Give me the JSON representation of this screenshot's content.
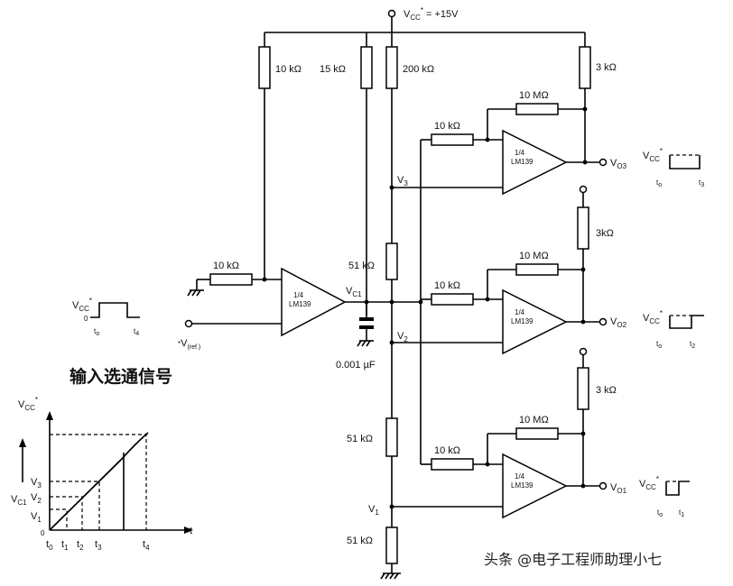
{
  "supply": {
    "label": "V",
    "sub": "CC",
    "sup": "*",
    "value": "= +15V"
  },
  "resistors": {
    "r_in_pull": "10 kΩ",
    "r_15k": "15 kΩ",
    "r_200k": "200 kΩ",
    "r_pull_c3": "3 kΩ",
    "r_pull_c2": "3kΩ",
    "r_pull_c1": "3 kΩ",
    "r_fb_c3": "10 MΩ",
    "r_fb_c2": "10 MΩ",
    "r_fb_c1": "10 MΩ",
    "r_in_c3": "10 kΩ",
    "r_in_c2": "10 kΩ",
    "r_in_c1": "10 kΩ",
    "r_gnd_in": "10 kΩ",
    "r_div_top": "51 kΩ",
    "r_div_mid": "51 kΩ",
    "r_div_bot": "51 kΩ"
  },
  "capacitor": "0.001 µF",
  "opamps": {
    "fraction": "1/4",
    "part": "LM139"
  },
  "nodes": {
    "vc1": {
      "main": "V",
      "sub": "C1"
    },
    "v1": {
      "main": "V",
      "sub": "1"
    },
    "v2": {
      "main": "V",
      "sub": "2"
    },
    "v3": {
      "main": "V",
      "sub": "3"
    },
    "vref": {
      "main": "V",
      "sub": "(ref.)",
      "prefix": "*"
    },
    "vo1": {
      "main": "V",
      "sub": "O1"
    },
    "vo2": {
      "main": "V",
      "sub": "O2"
    },
    "vo3": {
      "main": "V",
      "sub": "O3"
    }
  },
  "waveforms": {
    "input": {
      "level_label": "V",
      "level_sub": "CC",
      "sup": "*",
      "zero": "0",
      "t_start": "t",
      "t_start_sub": "o",
      "t_end": "t",
      "t_end_sub": "4"
    },
    "o3": {
      "level_label": "V",
      "level_sub": "CC",
      "sup": "*",
      "t_a": "t",
      "t_a_sub": "o",
      "t_b": "t",
      "t_b_sub": "3"
    },
    "o2": {
      "level_label": "V",
      "level_sub": "CC",
      "sup": "*",
      "t_a": "t",
      "t_a_sub": "o",
      "t_b": "t",
      "t_b_sub": "2"
    },
    "o1": {
      "level_label": "V",
      "level_sub": "CC",
      "sup": "*",
      "t_a": "t",
      "t_a_sub": "o",
      "t_b": "t",
      "t_b_sub": "1"
    }
  },
  "caption": "输入选通信号",
  "graph": {
    "y_title": "V",
    "y_title_sub": "CC",
    "y_title_sup": "*",
    "x_axis": "t",
    "origin": "0",
    "y_ticks": [
      {
        "main": "V",
        "sub": "3"
      },
      {
        "main": "V",
        "sub": "2"
      },
      {
        "main": "V",
        "sub": "C1"
      },
      {
        "main": "V",
        "sub": "1"
      }
    ],
    "x_ticks": [
      {
        "main": "t",
        "sub": "0"
      },
      {
        "main": "t",
        "sub": "1"
      },
      {
        "main": "t",
        "sub": "2"
      },
      {
        "main": "t",
        "sub": "3"
      },
      {
        "main": "t",
        "sub": "4"
      }
    ]
  },
  "watermark": "头条 @电子工程师助理小七"
}
